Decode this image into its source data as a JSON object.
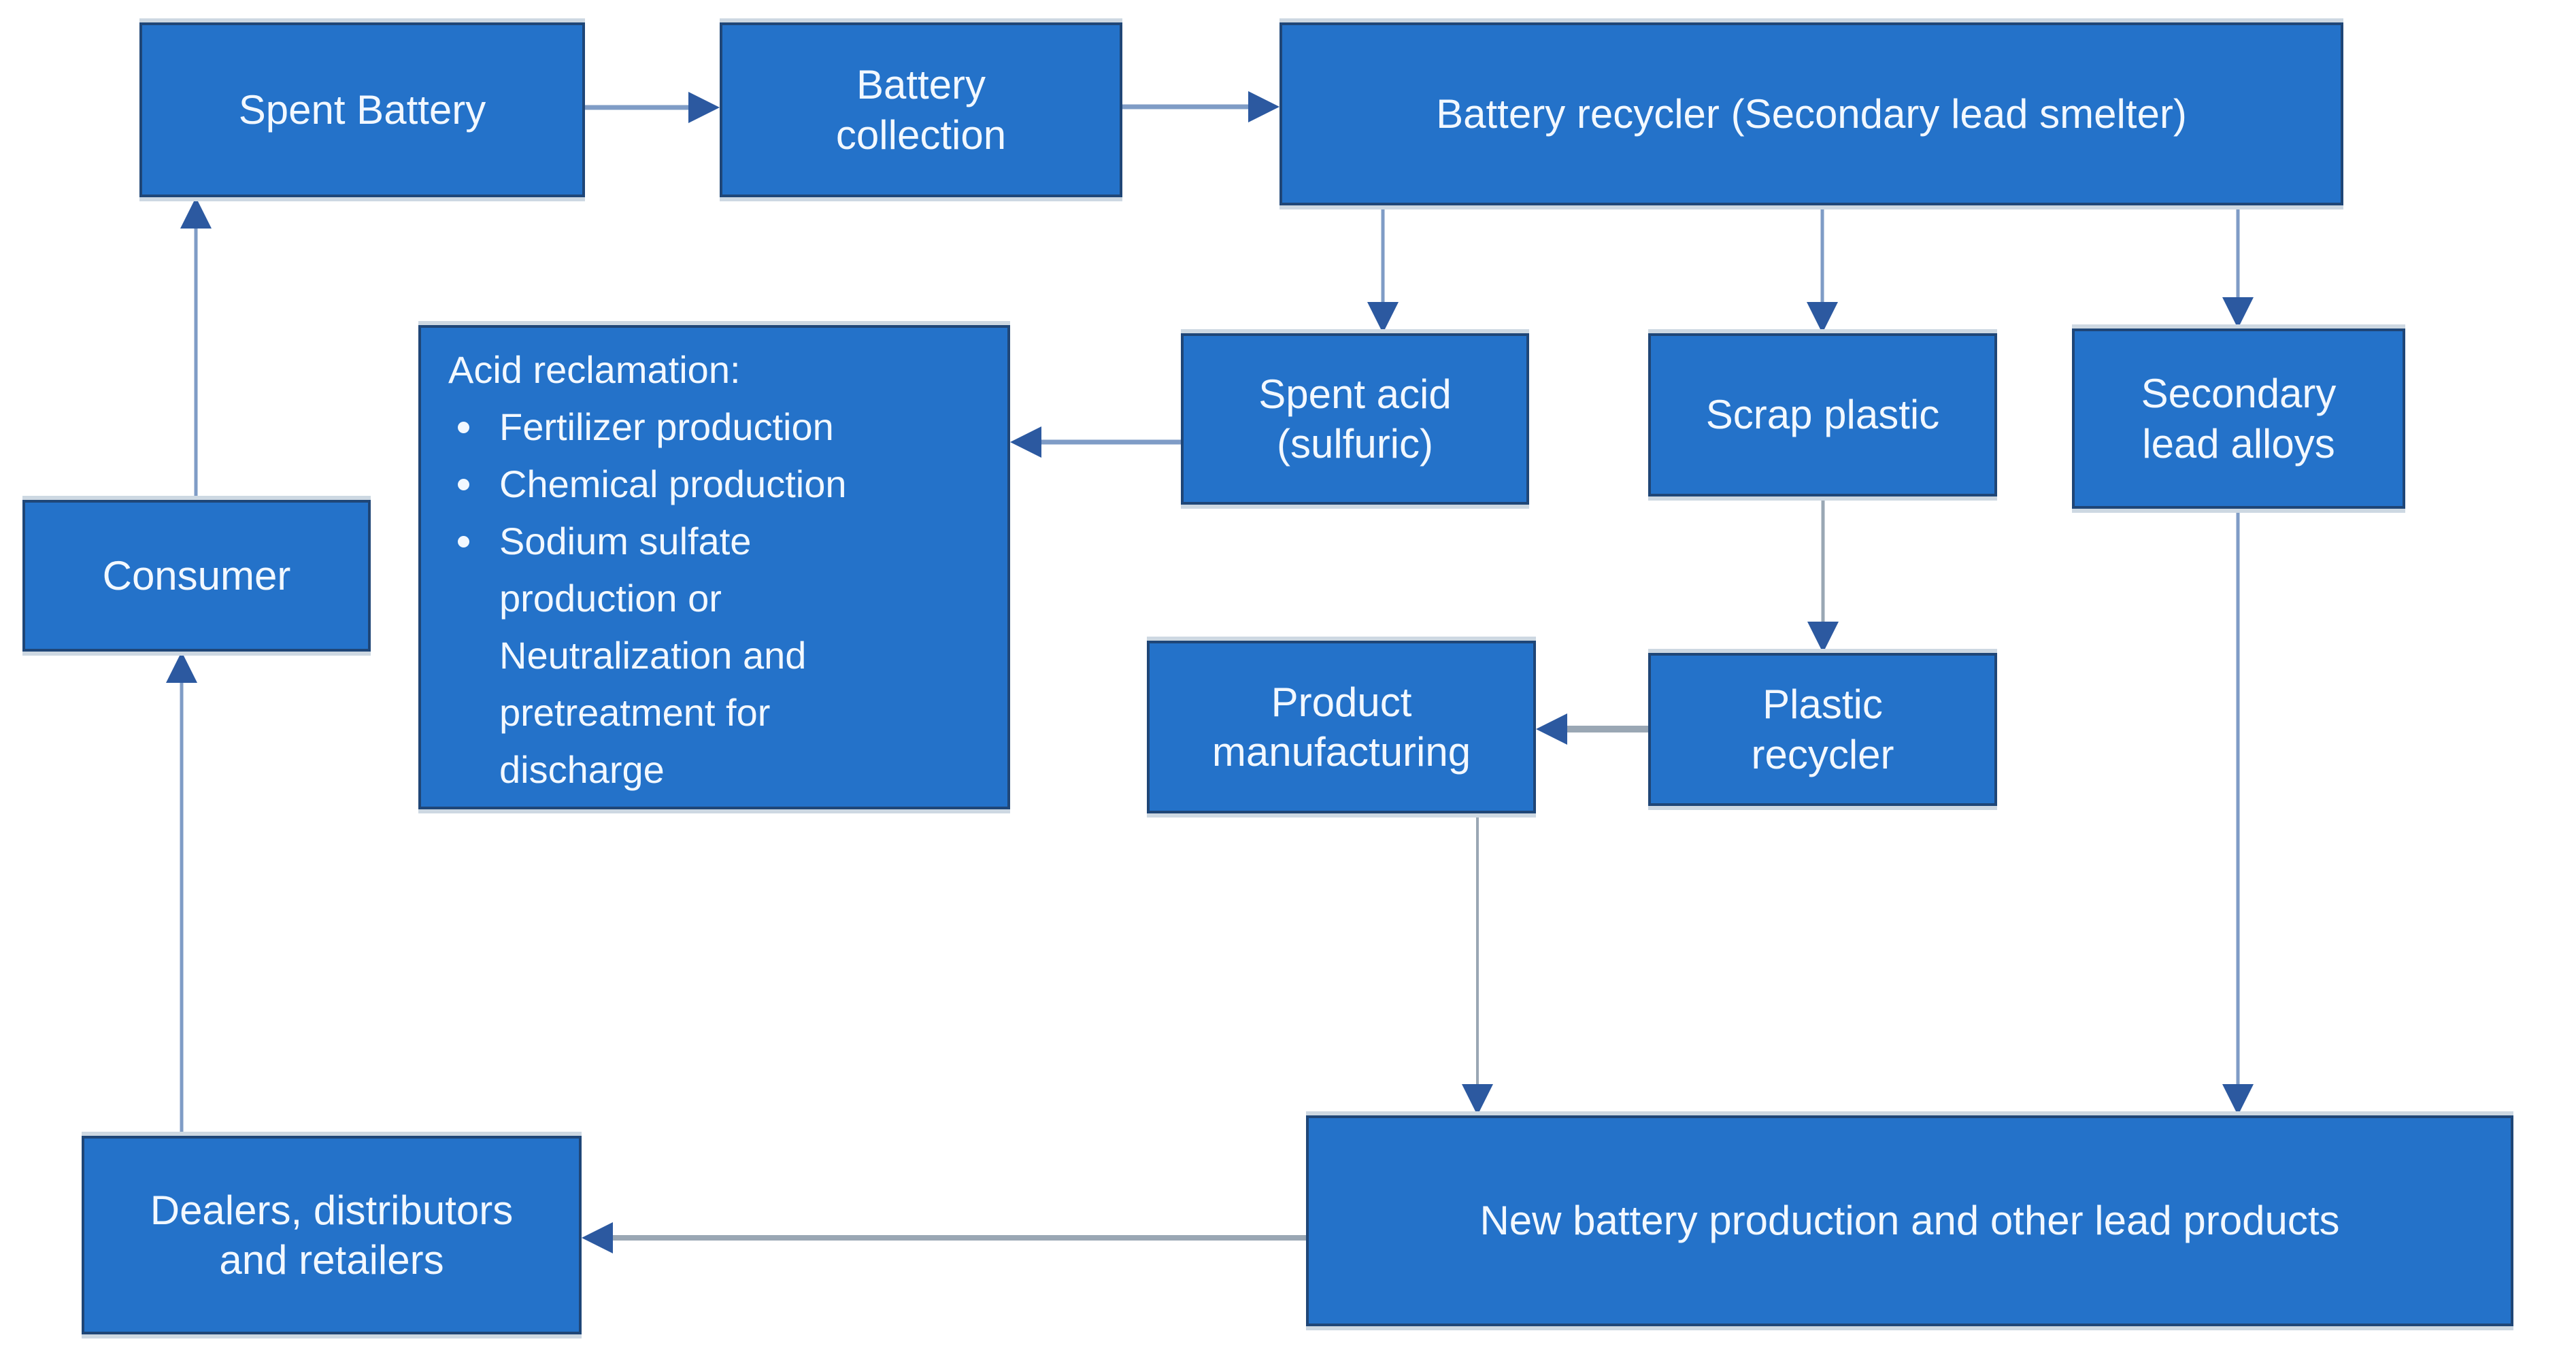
{
  "diagram": {
    "nodes": [
      {
        "id": "spent-battery",
        "label": "Spent Battery"
      },
      {
        "id": "battery-collection",
        "label": "Battery collection"
      },
      {
        "id": "battery-recycler",
        "label": "Battery recycler (Secondary lead smelter)"
      },
      {
        "id": "acid-reclamation",
        "title": "Acid reclamation:",
        "bullets": [
          "Fertilizer production",
          "Chemical production",
          "Sodium sulfate production or Neutralization and pretreatment for discharge"
        ]
      },
      {
        "id": "spent-acid",
        "label": "Spent acid (sulfuric)"
      },
      {
        "id": "scrap-plastic",
        "label": "Scrap plastic"
      },
      {
        "id": "secondary-lead-alloys",
        "label": "Secondary lead alloys"
      },
      {
        "id": "consumer",
        "label": "Consumer"
      },
      {
        "id": "product-manufacturing",
        "label": "Product manufacturing"
      },
      {
        "id": "plastic-recycler",
        "label": "Plastic recycler"
      },
      {
        "id": "dealers",
        "label": "Dealers, distributors and retailers"
      },
      {
        "id": "new-battery",
        "label": "New battery production and other lead products"
      }
    ],
    "edges": [
      {
        "from": "spent-battery",
        "to": "battery-collection"
      },
      {
        "from": "battery-collection",
        "to": "battery-recycler"
      },
      {
        "from": "battery-recycler",
        "to": "spent-acid"
      },
      {
        "from": "battery-recycler",
        "to": "scrap-plastic"
      },
      {
        "from": "battery-recycler",
        "to": "secondary-lead-alloys"
      },
      {
        "from": "spent-acid",
        "to": "acid-reclamation"
      },
      {
        "from": "scrap-plastic",
        "to": "plastic-recycler"
      },
      {
        "from": "plastic-recycler",
        "to": "product-manufacturing"
      },
      {
        "from": "product-manufacturing",
        "to": "new-battery"
      },
      {
        "from": "secondary-lead-alloys",
        "to": "new-battery"
      },
      {
        "from": "new-battery",
        "to": "dealers"
      },
      {
        "from": "dealers",
        "to": "consumer"
      },
      {
        "from": "consumer",
        "to": "spent-battery"
      }
    ],
    "colors": {
      "background": "#ffffff",
      "box_fill": "#2472c9",
      "box_border": "#1f4677",
      "box_text": "#f2f8ff",
      "connector_blue": "#7f9cc6",
      "connector_gray": "#9aa7b4",
      "arrowhead": "#2c59a0"
    }
  }
}
